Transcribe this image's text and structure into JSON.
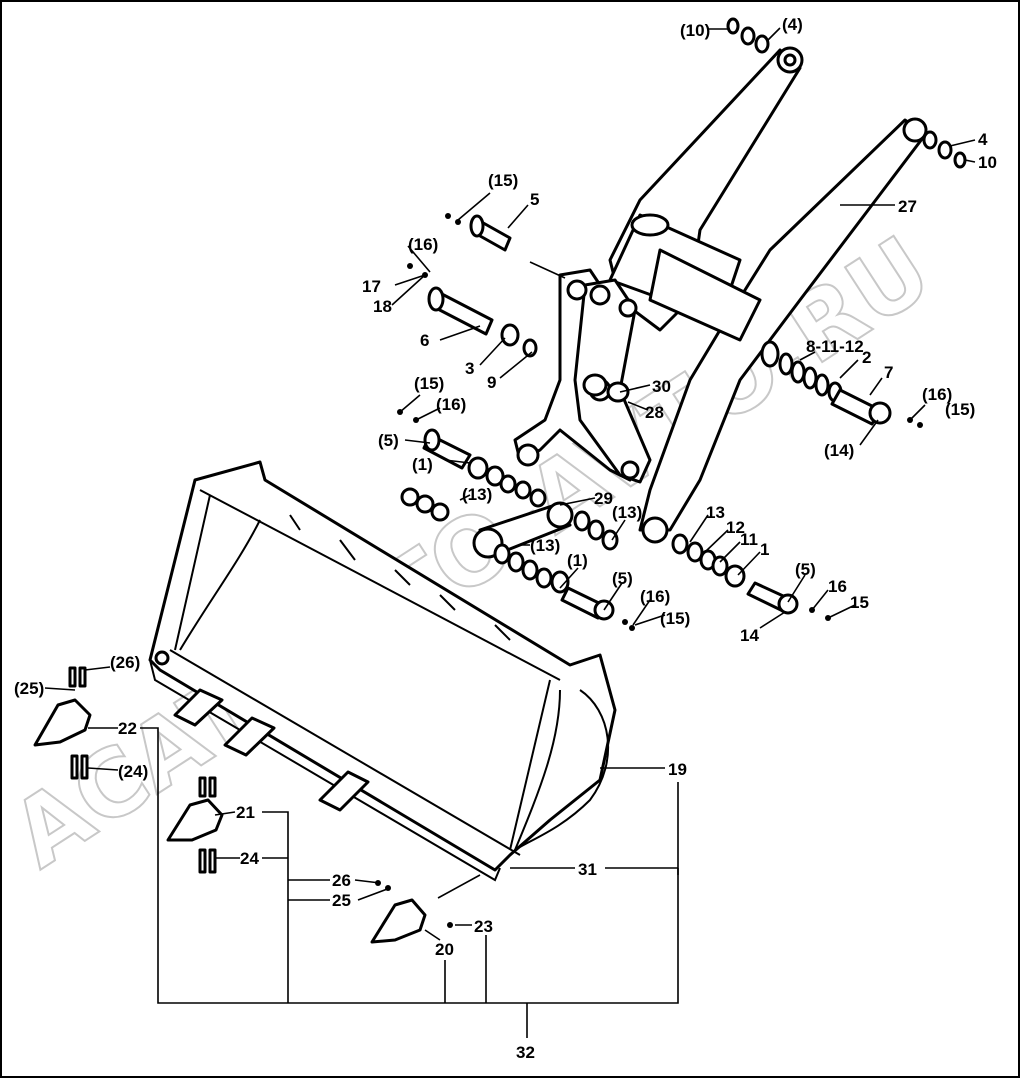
{
  "watermark": "ACAT-AUTO-AVTO.RU",
  "callouts": {
    "c10a": "(10)",
    "c4a": "(4)",
    "c4b": "4",
    "c10b": "10",
    "c27": "27",
    "c15a": "(15)",
    "c5a": "5",
    "c16a": "(16)",
    "c17": "17",
    "c18": "18",
    "c6": "6",
    "c3": "3",
    "c9": "9",
    "c30": "30",
    "c28": "28",
    "c8_11_12": "8-11-12",
    "c2": "2",
    "c7": "7",
    "c16b": "(16)",
    "c15b": "(15)",
    "c14a": "(14)",
    "c15c": "(15)",
    "c16c": "(16)",
    "c5b": "(5)",
    "c1a": "(1)",
    "c13a": "(13)",
    "c29": "29",
    "c13b": "(13)",
    "c13c": "(13)",
    "c13d": "13",
    "c12": "12",
    "c11": "11",
    "c1b": "1",
    "c1c": "(1)",
    "c5c": "(5)",
    "c16d": "(16)",
    "c15d": "(15)",
    "c5d": "(5)",
    "c16e": "16",
    "c15e": "15",
    "c14b": "14",
    "c26a": "(26)",
    "c25a": "(25)",
    "c22": "22",
    "c24a": "(24)",
    "c19": "19",
    "c21": "21",
    "c24b": "24",
    "c31": "31",
    "c26b": "26",
    "c25b": "25",
    "c23": "23",
    "c20": "20",
    "c32": "32"
  }
}
